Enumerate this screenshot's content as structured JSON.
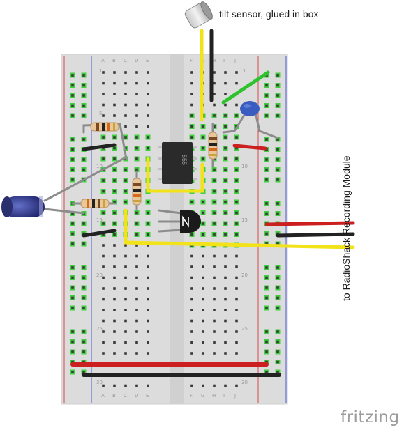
{
  "labels": {
    "tilt_sensor": "tilt sensor, glued in box",
    "radio_module": "to RadioShack Recording Module",
    "brand": "fritzing"
  },
  "breadboard": {
    "columns_left": [
      "A",
      "B",
      "C",
      "D",
      "E"
    ],
    "columns_right": [
      "F",
      "G",
      "H",
      "I",
      "J"
    ],
    "row_numbers": [
      "1",
      "5",
      "10",
      "15",
      "20",
      "25",
      "30"
    ],
    "chip_marking": "555"
  },
  "colors": {
    "board": "#dcdcdc",
    "hole": "#3a3a3a",
    "wire_red": "#cc1f1f",
    "wire_black": "#222222",
    "wire_yellow": "#f2e21a",
    "wire_green": "#2ec22e",
    "wire_gray": "#8c8c8c",
    "rail_red": "#d84a4a",
    "rail_blue": "#4a5ad8"
  },
  "components": [
    "tilt-sensor",
    "555-timer",
    "transistor",
    "electrolytic-capacitor",
    "ceramic-capacitor",
    "resistor",
    "resistor",
    "resistor",
    "resistor"
  ]
}
